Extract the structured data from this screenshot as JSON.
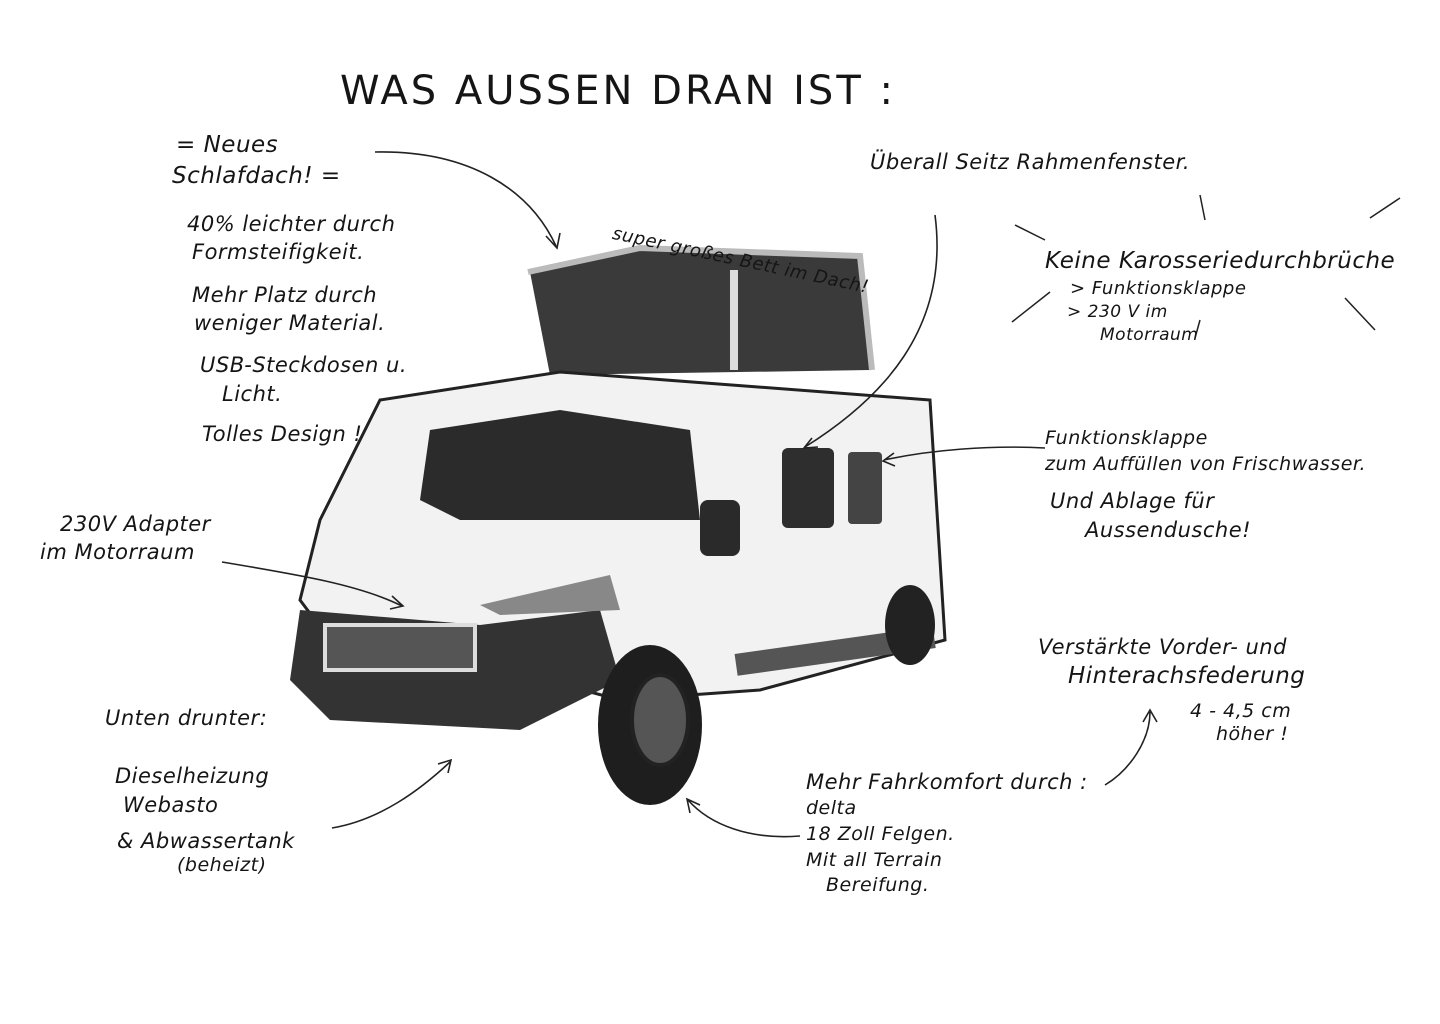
{
  "title": "WAS AUSSEN DRAN IST :",
  "roof": {
    "heading_1": "= Neues",
    "heading_2": "Schlafdach! =",
    "lines": [
      "40% leichter durch",
      "Formsteifigkeit.",
      "Mehr Platz durch",
      "weniger Material.",
      "USB-Steckdosen u.",
      "Licht.",
      "Tolles Design !"
    ]
  },
  "bed": "super großes Bett im Dach!",
  "windows": "Überall Seitz Rahmenfenster.",
  "no_holes": {
    "heading": "Keine Karosseriedurchbrüche",
    "items": [
      "> Funktionsklappe",
      "> 230 V im",
      "Motorraum"
    ]
  },
  "flap": {
    "lines": [
      "Funktionsklappe",
      "zum Auffüllen von Frischwasser.",
      "Und Ablage für",
      "Aussendusche!"
    ]
  },
  "adapter": {
    "lines": [
      "230V Adapter",
      "im Motorraum"
    ]
  },
  "suspension": {
    "lines": [
      "Verstärkte Vorder- und",
      "Hinterachsfederung"
    ],
    "note": [
      "4 - 4,5 cm",
      "höher !"
    ]
  },
  "underneath": {
    "heading": "Unten drunter:",
    "lines": [
      "Dieselheizung",
      "Webasto",
      "& Abwassertank",
      "(beheizt)"
    ]
  },
  "comfort": {
    "heading": "Mehr Fahrkomfort durch :",
    "lines": [
      "delta",
      "18 Zoll Felgen.",
      "Mit all Terrain",
      "Bereifung."
    ]
  }
}
